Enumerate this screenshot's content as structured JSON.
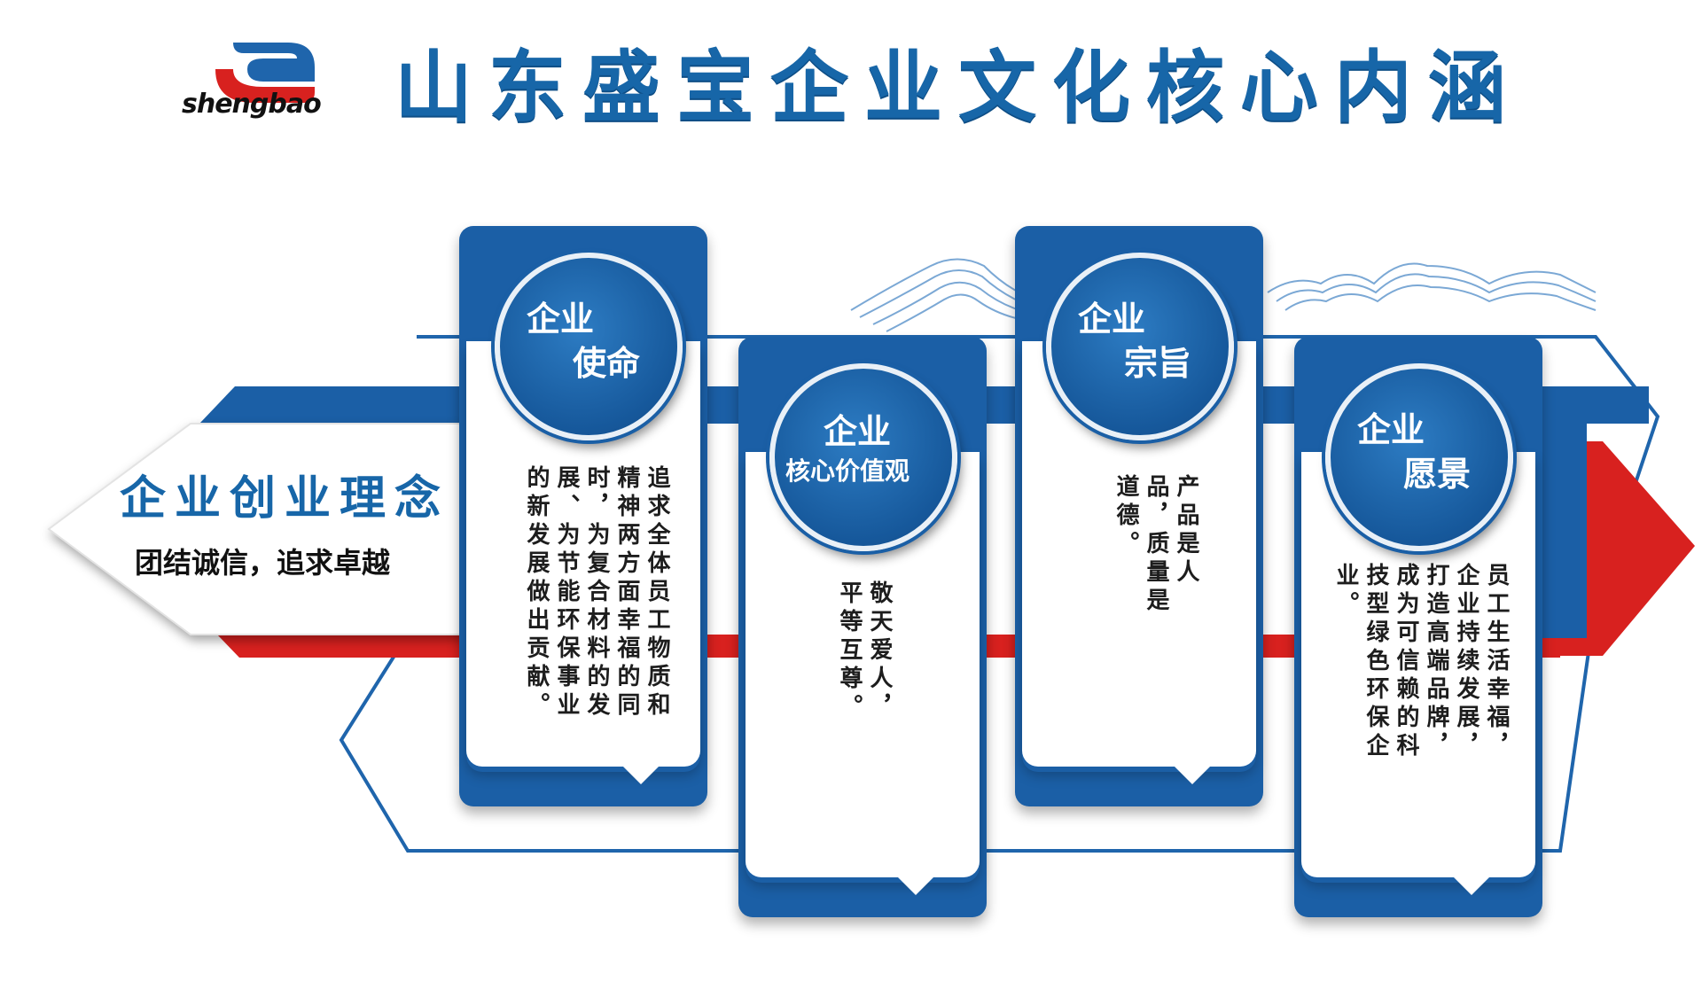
{
  "header": {
    "title": "山东盛宝企业文化核心内涵",
    "logo_text": "shengbao"
  },
  "colors": {
    "brand_blue": "#1a5fa6",
    "accent_red": "#d8211f",
    "title_blue": "#1766a8"
  },
  "idea": {
    "title": "企业创业理念",
    "text": "团结诚信，追求卓越"
  },
  "cards": [
    {
      "line1": "企业",
      "line2": "使命",
      "body": "追求全体员工物质和精神两方面幸福的同时，为复合材料的发展、为节能环保事业的新发展做出贡献。"
    },
    {
      "line1": "企业",
      "line2": "核心价值观",
      "body": "敬天爱人，平等互尊。"
    },
    {
      "line1": "企业",
      "line2": "宗旨",
      "body": "产品是人品，质量是道德。"
    },
    {
      "line1": "企业",
      "line2": "愿景",
      "body": "员工生活幸福，企业持续发展，打造高端品牌，成为可信赖的科技型绿色环保企业。"
    }
  ]
}
